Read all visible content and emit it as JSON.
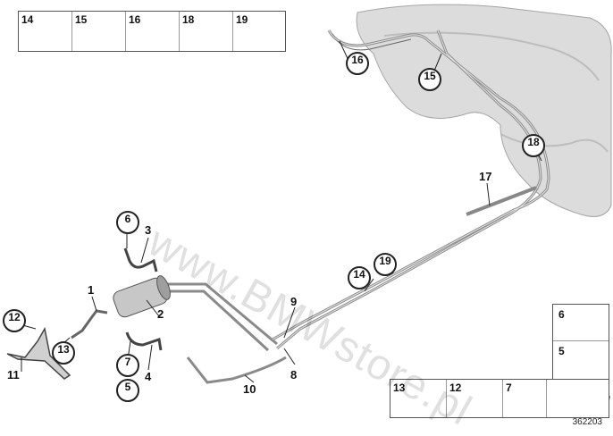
{
  "watermark": "www.BMWstore.pl",
  "diagram_number": "362203",
  "legend_top": [
    "14",
    "15",
    "16",
    "18",
    "19"
  ],
  "legend_side": [
    "6",
    "5"
  ],
  "legend_bottom": [
    "13",
    "12",
    "7"
  ],
  "callouts_circled": [
    "16",
    "15",
    "18",
    "14",
    "19",
    "6",
    "12",
    "13",
    "7",
    "5"
  ],
  "callouts_plain": [
    "17",
    "3",
    "1",
    "2",
    "9",
    "8",
    "11",
    "4",
    "10"
  ],
  "colors": {
    "line": "#222222",
    "pipe": "#9a9a9a",
    "tank": "#d9d9d9"
  }
}
